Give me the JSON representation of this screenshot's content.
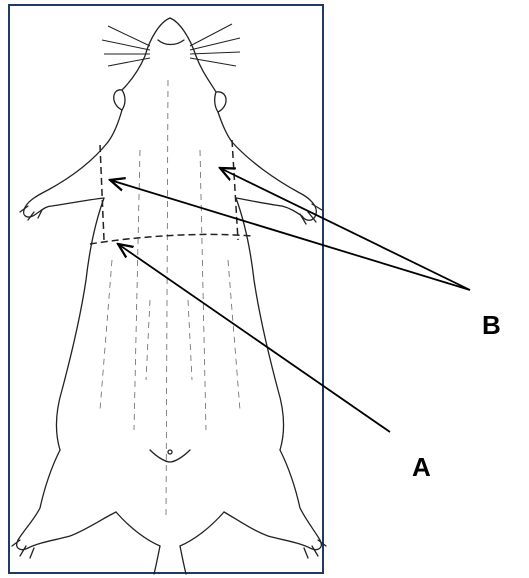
{
  "figure": {
    "labels": {
      "a": "A",
      "b": "B"
    },
    "subject": "rat-ventral-view",
    "colors": {
      "frame": "#1f3a64",
      "ink": "#000000"
    }
  }
}
